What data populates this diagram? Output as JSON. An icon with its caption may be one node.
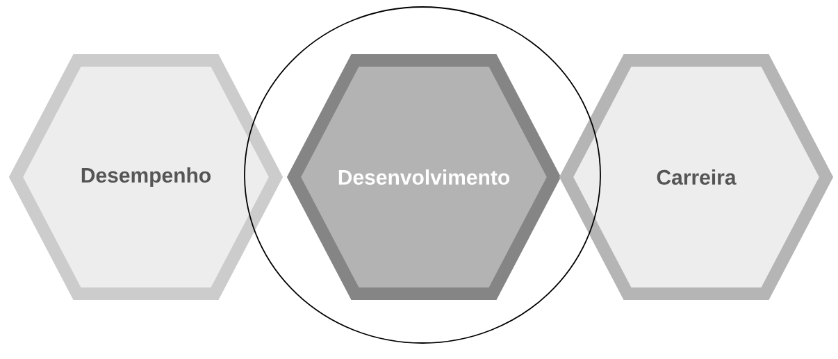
{
  "diagram": {
    "nodes": [
      {
        "text": [
          "Desempenho"
        ]
      },
      {
        "text": [],
        "shape": "circle"
      },
      {
        "text": [
          "Desenvolvimento"
        ],
        "in": 1
      },
      {
        "text": [
          "Carreira"
        ]
      }
    ]
  }
}
